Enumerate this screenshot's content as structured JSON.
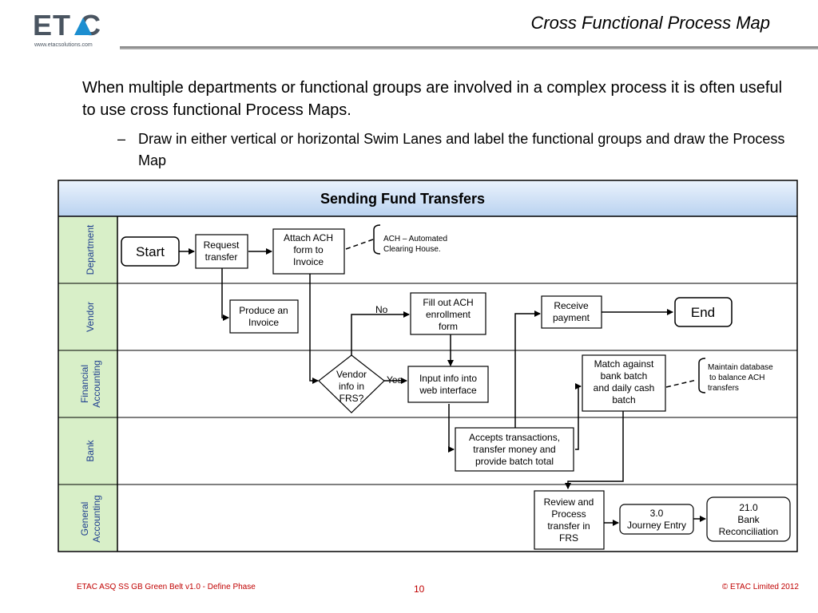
{
  "header": {
    "logo_text": "ET  C",
    "logo_url": "www.etacsolutions.com",
    "title": "Cross Functional Process Map"
  },
  "body": {
    "bullet1": "When multiple departments or functional groups are involved in a complex process it is often useful to use cross functional Process Maps.",
    "bullet2_dash": "–",
    "bullet2": "Draw in either vertical or horizontal Swim Lanes and label the functional groups and draw the Process Map"
  },
  "diagram": {
    "title": "Sending Fund Transfers",
    "lanes": {
      "department": "Department",
      "vendor": "Vendor",
      "financial_1": "Financial",
      "financial_2": "Accounting",
      "bank": "Bank",
      "general_1": "General",
      "general_2": "Accounting"
    },
    "nodes": {
      "start": "Start",
      "request": [
        "Request",
        "transfer"
      ],
      "attach": [
        "Attach ACH",
        "form to",
        "Invoice"
      ],
      "ach_note": [
        "ACH – Automated",
        "Clearing House."
      ],
      "produce": [
        "Produce an",
        "Invoice"
      ],
      "fill": [
        "Fill out ACH",
        "enrollment",
        "form"
      ],
      "receive": [
        "Receive",
        "payment"
      ],
      "end": "End",
      "vendor_info": [
        "Vendor",
        "info in",
        "FRS?"
      ],
      "input": [
        "Input info into",
        "web interface"
      ],
      "match": [
        "Match against",
        "bank batch",
        "and daily cash",
        "batch"
      ],
      "maintain": [
        "Maintain database",
        "to balance ACH",
        "transfers"
      ],
      "accepts": [
        "Accepts transactions,",
        "transfer money and",
        "provide batch total"
      ],
      "review": [
        "Review and",
        "Process",
        "transfer in",
        "FRS"
      ],
      "journey": [
        "3.0",
        "Journey Entry"
      ],
      "recon": [
        "21.0",
        "Bank",
        "Reconciliation"
      ],
      "no_label": "No",
      "yes_label": "Yes"
    }
  },
  "footer": {
    "left": "ETAC ASQ SS GB Green Belt v1.0 - Define Phase",
    "page": "10",
    "right": "© ETAC Limited 2012"
  },
  "colors": {
    "lane_green": "#d8efc8",
    "title_band": "#cfe0f6",
    "footer_red": "#c00000",
    "logo_blue": "#1c8ed0"
  }
}
